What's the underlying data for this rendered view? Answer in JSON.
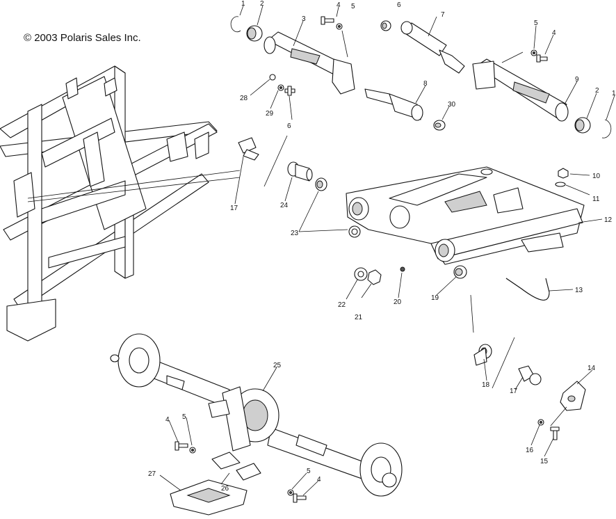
{
  "copyright": "© 2003 Polaris Sales Inc.",
  "callouts": [
    "1",
    "2",
    "3",
    "4",
    "5",
    "6",
    "7",
    "5",
    "4",
    "8",
    "9",
    "2",
    "1",
    "28",
    "29",
    "30",
    "6",
    "10",
    "11",
    "12",
    "17",
    "24",
    "23",
    "13",
    "22",
    "21",
    "20",
    "19",
    "25",
    "14",
    "18",
    "17",
    "4",
    "5",
    "16",
    "15",
    "27",
    "26",
    "5",
    "4"
  ]
}
